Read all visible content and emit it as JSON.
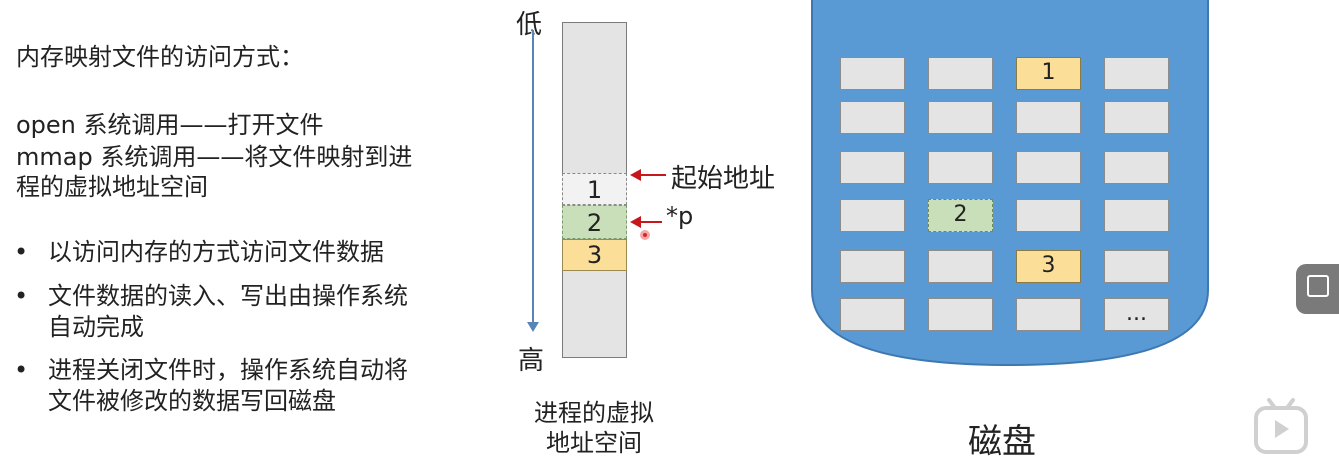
{
  "left_text": {
    "heading": "内存映射文件的访问方式：",
    "line1": "open 系统调用——打开文件",
    "line2": "mmap 系统调用——将文件映射到进",
    "line3": "程的虚拟地址空间",
    "bullets": [
      {
        "text": "以访问内存的方式访问文件数据",
        "cont": ""
      },
      {
        "text": "文件数据的读入、写出由操作系统",
        "cont": "自动完成"
      },
      {
        "text": "进程关闭文件时，操作系统自动将",
        "cont": "文件被修改的数据写回磁盘"
      }
    ],
    "bullet_symbol": "•"
  },
  "memory": {
    "low_label": "低",
    "high_label": "高",
    "segments": [
      "1",
      "2",
      "3"
    ],
    "caption_line1": "进程的虚拟",
    "caption_line2": "地址空间",
    "start_address_label": "起始地址",
    "pointer_label": "*p"
  },
  "disk": {
    "caption": "磁盘",
    "blocks": [
      [
        "",
        "",
        "1",
        ""
      ],
      [
        "",
        "",
        "",
        ""
      ],
      [
        "",
        "",
        "",
        ""
      ],
      [
        "",
        "2",
        "",
        ""
      ],
      [
        "",
        "",
        "3",
        ""
      ],
      [
        "",
        "",
        "",
        "..."
      ]
    ],
    "highlight_yellow": [
      "1",
      "3"
    ],
    "highlight_green": [
      "2"
    ]
  },
  "colors": {
    "disk_blue": "#5a9ad4",
    "yellow": "#fbdf99",
    "green": "#c8dfb9",
    "arrow_red": "#c8161d"
  },
  "icons": {
    "float_button": "picture-in-picture-icon",
    "logo": "bilibili-logo-icon"
  }
}
